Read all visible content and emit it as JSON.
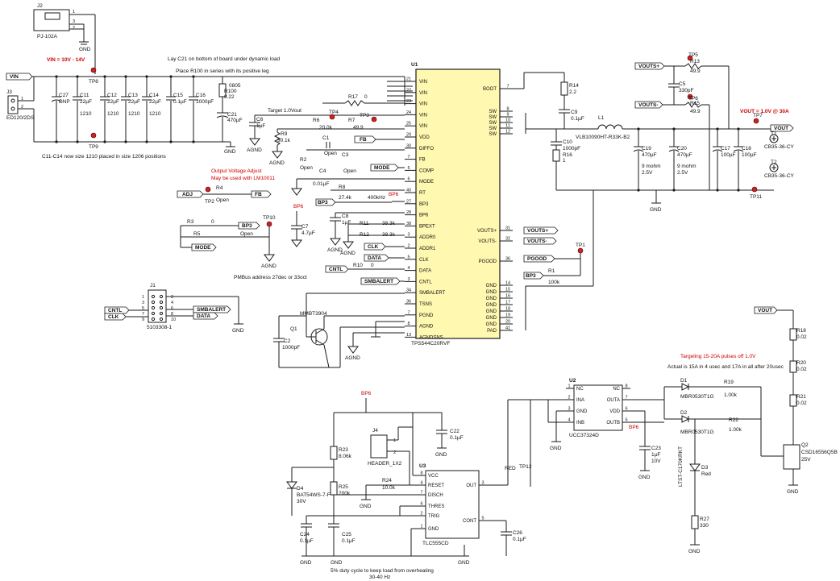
{
  "notes": {
    "vin_range": "VIN = 10V - 14V",
    "lay_c21": "Lay C21 on bottom of board under dynamic load",
    "place_r100": "Place R100 in series with its positive leg",
    "c11_c14": "C11-C14 now size 1210 placed in size 1206 positions",
    "target": "Target 1.0Vout",
    "ova_1": "Output Voltage Adjust",
    "ova_2": "May be used with LM10011",
    "pmbus": "PMBus address 27dec or 33oct",
    "vout_target": "VOUT = 1.0V @ 30A",
    "targeting": "Targeling 15-20A pulses off 1.0V",
    "actual": "Actual is 15A in 4 usec and 17A in all after 20usec",
    "duty_1": "5% duty cycle to keep load from overheating",
    "duty_2": "30-40 Hz"
  },
  "nets": {
    "vin": "VIN",
    "vout": "VOUT",
    "voutsp": "VOUTS+",
    "voutsm": "VOUTS-",
    "fb": "FB",
    "mode": "MODE",
    "adj": "ADJ",
    "bp3": "BP3",
    "bp6": "BP6",
    "clk": "CLK",
    "data": "DATA",
    "cntl": "CNTL",
    "smbalert": "SMBALERT",
    "pgood": "PGOOD",
    "gnd": "GND",
    "agnd": "AGND",
    "red": "RED"
  },
  "u1": {
    "ref": "U1",
    "part": "TPS544C20RVF",
    "left_pins": [
      {
        "name": "VIN",
        "num": "21"
      },
      {
        "name": "VIN",
        "num": "22"
      },
      {
        "name": "VIN",
        "num": "23"
      },
      {
        "name": "VIN",
        "num": "24"
      },
      {
        "name": "VIN",
        "num": "25"
      },
      {
        "name": "VDD",
        "num": "29"
      },
      {
        "name": "DIFFO",
        "num": "30"
      },
      {
        "name": "FB",
        "num": "7"
      },
      {
        "name": "COMP",
        "num": "5"
      },
      {
        "name": "MODE",
        "num": "6"
      },
      {
        "name": "RT",
        "num": "40"
      },
      {
        "name": "BP3",
        "num": "27"
      },
      {
        "name": "BP6",
        "num": "28"
      },
      {
        "name": "BPEXT",
        "num": "38"
      },
      {
        "name": "ADDR0",
        "num": "3"
      },
      {
        "name": "ADDR1",
        "num": "2"
      },
      {
        "name": "CLK",
        "num": "5"
      },
      {
        "name": "DATA",
        "num": "4"
      },
      {
        "name": "CNTL",
        "num": "3"
      },
      {
        "name": "SMBALERT",
        "num": "34"
      },
      {
        "name": "TSNS",
        "num": "36"
      },
      {
        "name": "PGND",
        "num": "7"
      },
      {
        "name": "AGND",
        "num": "8"
      },
      {
        "name": "AGNDSNS",
        "num": "13"
      }
    ],
    "right_pins": [
      {
        "name": "BOOT",
        "num": "7"
      },
      {
        "name": "SW",
        "num": "8"
      },
      {
        "name": "SW",
        "num": "9"
      },
      {
        "name": "SW",
        "num": "10"
      },
      {
        "name": "SW",
        "num": "11"
      },
      {
        "name": "SW",
        "num": "12"
      },
      {
        "name": "VOUTS+",
        "num": "31"
      },
      {
        "name": "VOUTS-",
        "num": "32"
      },
      {
        "name": "PGOOD",
        "num": "36"
      },
      {
        "name": "GND",
        "num": "14"
      },
      {
        "name": "GND",
        "num": "15"
      },
      {
        "name": "GND",
        "num": "16"
      },
      {
        "name": "GND",
        "num": "17"
      },
      {
        "name": "GND",
        "num": "18"
      },
      {
        "name": "GND",
        "num": "19"
      },
      {
        "name": "GND",
        "num": "20"
      },
      {
        "name": "PAD",
        "num": "41"
      }
    ]
  },
  "u2": {
    "ref": "U2",
    "part": "UCC37324D",
    "left_pins": [
      {
        "name": "NC",
        "num": "1"
      },
      {
        "name": "INA",
        "num": "2"
      },
      {
        "name": "GND",
        "num": "3"
      },
      {
        "name": "INB",
        "num": "4"
      }
    ],
    "right_pins": [
      {
        "name": "NC",
        "num": "8"
      },
      {
        "name": "OUTA",
        "num": "7"
      },
      {
        "name": "VDD",
        "num": "6"
      },
      {
        "name": "OUTB",
        "num": "5"
      }
    ]
  },
  "u3": {
    "ref": "U3",
    "part": "TLC555CD",
    "left_pins": [
      {
        "name": "VCC",
        "num": "8"
      },
      {
        "name": "RESET",
        "num": "4"
      },
      {
        "name": "DISCH",
        "num": "7"
      },
      {
        "name": "THRES",
        "num": "6"
      },
      {
        "name": "TRIG",
        "num": "2"
      },
      {
        "name": "GND",
        "num": "1"
      }
    ],
    "right_pins": [
      {
        "name": "OUT",
        "num": "3"
      },
      {
        "name": "CONT",
        "num": "5"
      }
    ]
  },
  "connectors": {
    "j2": {
      "ref": "J2",
      "part": "PJ-102A",
      "pins": [
        "1",
        "3",
        "2"
      ]
    },
    "j3": {
      "ref": "J3",
      "part": "ED120/2DS",
      "pins": [
        "1",
        "2"
      ]
    },
    "j1": {
      "ref": "J1",
      "part": "5103308-1",
      "pins_left": [
        "1",
        "3",
        "5",
        "7",
        "9"
      ],
      "pins_right": [
        "2",
        "4",
        "6",
        "8",
        "10"
      ]
    },
    "j4": {
      "ref": "J4",
      "part": "HEADER_1X2",
      "pins": [
        "1",
        "2"
      ]
    },
    "t1": {
      "ref": "T1",
      "part": "CB35-36-CY"
    },
    "t2": {
      "ref": "T2",
      "part": "CB35-36-CY"
    }
  },
  "input_caps": [
    {
      "ref": "C27",
      "value": "DNP",
      "pkg": ""
    },
    {
      "ref": "C11",
      "value": "22µF",
      "pkg": "1210"
    },
    {
      "ref": "C12",
      "value": "22µF",
      "pkg": "1210"
    },
    {
      "ref": "C13",
      "value": "22µF",
      "pkg": "1210"
    },
    {
      "ref": "C14",
      "value": "22µF",
      "pkg": "1210"
    },
    {
      "ref": "C15",
      "value": "0.1µF",
      "pkg": ""
    },
    {
      "ref": "C16",
      "value": "1000pF",
      "pkg": ""
    }
  ],
  "parts": {
    "r100": {
      "ref": "R100",
      "value": "0.22",
      "pkg": "0805"
    },
    "c21": {
      "ref": "C21",
      "value": "470µF"
    },
    "c6": {
      "ref": "C6",
      "value": "1µF"
    },
    "r17": {
      "ref": "R17",
      "value": "0"
    },
    "r9": {
      "ref": "R9",
      "value": "30.1k"
    },
    "r6": {
      "ref": "R6",
      "value": "20.0k"
    },
    "r7": {
      "ref": "R7",
      "value": "49.9"
    },
    "c1": {
      "ref": "C1",
      "value": "Open"
    },
    "r2": {
      "ref": "R2",
      "value": "Open"
    },
    "c3": {
      "ref": "C3",
      "value": "Open"
    },
    "c4": {
      "ref": "C4",
      "value": "0.01µF"
    },
    "r4": {
      "ref": "R4",
      "value": "Open"
    },
    "r8": {
      "ref": "R8",
      "value": "27.4k"
    },
    "freq": {
      "value": "400kHz"
    },
    "c8": {
      "ref": "C8",
      "value": "1µF"
    },
    "c7": {
      "ref": "C7",
      "value": "4.7µF"
    },
    "r11": {
      "ref": "R11",
      "value": "38.3k"
    },
    "r12": {
      "ref": "R12",
      "value": "38.3k"
    },
    "r10": {
      "ref": "R10",
      "value": "0"
    },
    "r3": {
      "ref": "R3",
      "value": "0"
    },
    "r5": {
      "ref": "R5",
      "value": "Open"
    },
    "q1": {
      "ref": "Q1",
      "part": "MMBT3904"
    },
    "c2": {
      "ref": "C2",
      "value": "1000pF"
    },
    "r14": {
      "ref": "R14",
      "value": "2.2"
    },
    "c9": {
      "ref": "C9",
      "value": "0.1µF"
    },
    "l1": {
      "ref": "L1",
      "part": "VLB10090HT-R33K-B2"
    },
    "c10": {
      "ref": "C10",
      "value": "1000pF"
    },
    "r16": {
      "ref": "R16",
      "value": "1"
    },
    "c19": {
      "ref": "C19",
      "value": "470µF",
      "esr": "9 mohm",
      "volt": "2.5V"
    },
    "c20": {
      "ref": "C20",
      "value": "470µF",
      "esr": "9 mohm",
      "volt": "2.5V"
    },
    "c17": {
      "ref": "C17",
      "value": "100µF"
    },
    "c18": {
      "ref": "C18",
      "value": "100µF"
    },
    "r13": {
      "ref": "R13",
      "value": "49.9"
    },
    "c5": {
      "ref": "C5",
      "value": "330pF"
    },
    "r15": {
      "ref": "R15",
      "value": "49.9"
    },
    "r1": {
      "ref": "R1",
      "value": "100k"
    },
    "d1": {
      "ref": "D1",
      "part": "MBR0530T1G"
    },
    "d2": {
      "ref": "D2",
      "part": "MBR0530T1G"
    },
    "r19": {
      "ref": "R19",
      "value": "1.00k"
    },
    "r22": {
      "ref": "R22",
      "value": "1.00k"
    },
    "c23": {
      "ref": "C23",
      "value": "1µF",
      "volt": "10V"
    },
    "d3": {
      "ref": "D3",
      "part": "LTST-C170KRKT",
      "color": "Red"
    },
    "r27": {
      "ref": "R27",
      "value": "330"
    },
    "r18": {
      "ref": "R18",
      "value": "0.02"
    },
    "r20": {
      "ref": "R20",
      "value": "0.02"
    },
    "r21": {
      "ref": "R21",
      "value": "0.02"
    },
    "q2": {
      "ref": "Q2",
      "part": "CSD16556Q5B",
      "volt": "25V"
    },
    "c22": {
      "ref": "C22",
      "value": "0.1µF"
    },
    "r23": {
      "ref": "R23",
      "value": "8.06k"
    },
    "d4": {
      "ref": "D4",
      "part": "BAT54WS-7-F",
      "volt": "30V"
    },
    "r25": {
      "ref": "R25",
      "value": "200k"
    },
    "r24": {
      "ref": "R24",
      "value": "10.0k"
    },
    "c24": {
      "ref": "C24",
      "value": "0.1µF"
    },
    "c25": {
      "ref": "C25",
      "value": "0.1µF"
    },
    "c26": {
      "ref": "C26",
      "value": "0.1µF"
    }
  },
  "testpoints": {
    "tp1": "TP1",
    "tp2": "TP2",
    "tp3": "TP3",
    "tp4": "TP4",
    "tp5": "TP5",
    "tp6": "TP6",
    "tp7": "TP7",
    "tp8": "TP8",
    "tp9": "TP9",
    "tp10": "TP10",
    "tp11": "TP11",
    "tp12": "TP12"
  },
  "colors": {
    "chip_fill": "#fff8b0",
    "note_red": "#cc0000",
    "wire": "#1a1a1a",
    "testpoint": "#cc2222"
  }
}
